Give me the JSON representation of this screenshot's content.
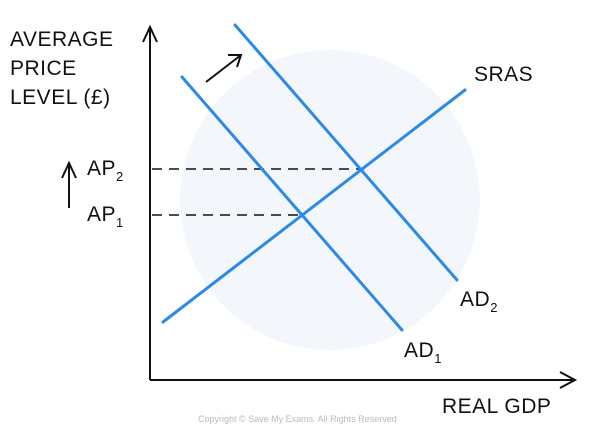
{
  "ylabel": [
    "AVERAGE",
    "PRICE",
    "LEVEL (£)"
  ],
  "xlabel": "REAL GDP",
  "curves": {
    "sras": "SRAS",
    "ad1": {
      "main": "AD",
      "sub": "1"
    },
    "ad2": {
      "main": "AD",
      "sub": "2"
    }
  },
  "price_levels": {
    "ap1": {
      "main": "AP",
      "sub": "1"
    },
    "ap2": {
      "main": "AP",
      "sub": "2"
    }
  },
  "copyright": "Copyright © Save My Exams. All Rights Reserved",
  "colors": {
    "curve": "#2b8ae6",
    "axis": "#111111"
  }
}
